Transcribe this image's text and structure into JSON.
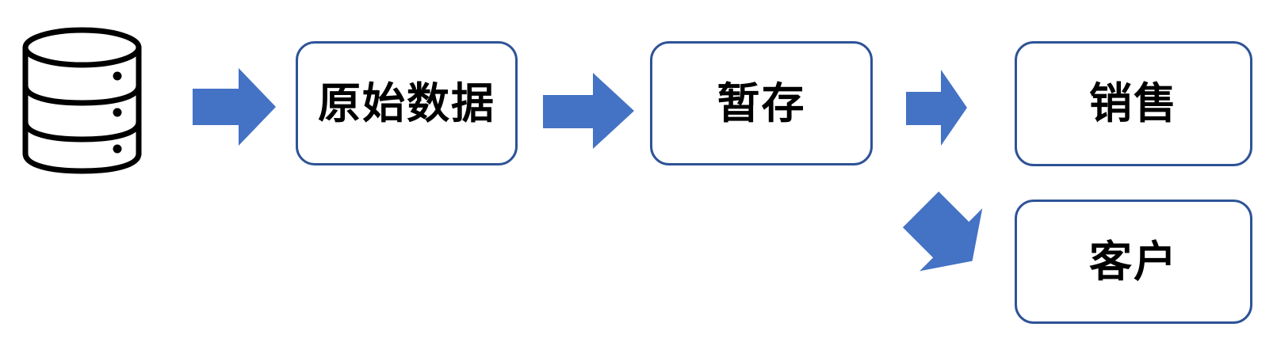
{
  "diagram": {
    "type": "flow",
    "title": "",
    "colors": {
      "arrow_fill": "#4472C4",
      "node_border": "#2E5396",
      "node_fill": "#FFFFFF",
      "icon_stroke": "#000000",
      "label_text": "#000000",
      "background": "#FFFFFF"
    },
    "source": {
      "icon": "database-cylinder-icon",
      "label": "",
      "tiers": 3
    },
    "nodes": [
      {
        "id": "raw",
        "label": "原始数据",
        "name": "node-raw-data"
      },
      {
        "id": "staging",
        "label": "暂存",
        "name": "node-staging"
      },
      {
        "id": "sales",
        "label": "销售",
        "name": "node-sales"
      },
      {
        "id": "customer",
        "label": "客户",
        "name": "node-customer"
      }
    ],
    "connectors": [
      {
        "id": "c1",
        "from": "database",
        "to": "raw",
        "direction": "right",
        "name": "arrow-database-to-raw-data"
      },
      {
        "id": "c2",
        "from": "raw",
        "to": "staging",
        "direction": "right",
        "name": "arrow-raw-data-to-staging"
      },
      {
        "id": "c3",
        "from": "staging",
        "to": "sales",
        "direction": "right",
        "name": "arrow-staging-to-sales"
      },
      {
        "id": "c4",
        "from": "staging",
        "to": "customer",
        "direction": "down-right",
        "name": "arrow-staging-to-customer"
      }
    ]
  }
}
